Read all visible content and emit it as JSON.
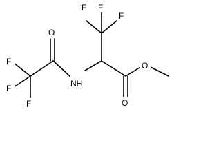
{
  "molecule": {
    "atoms": {
      "f_top_left": "F",
      "f_top_center": "F",
      "f_top_right": "F",
      "o_amide": "O",
      "f_left_upper": "F",
      "f_left_lower": "F",
      "f_left_bottom": "F",
      "nh": "NH",
      "o_ester": "O",
      "o_carbonyl": "O"
    }
  }
}
